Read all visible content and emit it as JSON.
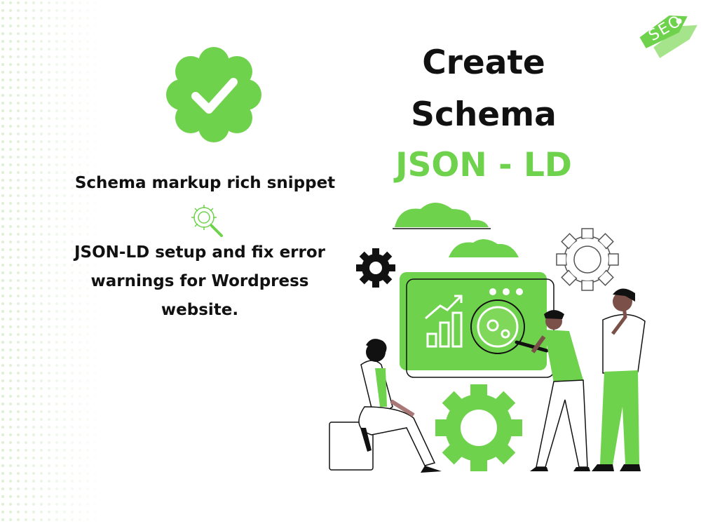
{
  "heading": {
    "line1": "Create",
    "line2": "Schema",
    "line3": "JSON - LD"
  },
  "features": {
    "item1": "Schema markup rich snippet",
    "item2": "JSON-LD setup and fix error warnings for Wordpress website."
  },
  "seo_tag": {
    "label": "SEO"
  },
  "colors": {
    "accent": "#6fd24d",
    "text": "#111111"
  },
  "icons": [
    "verified-badge-icon",
    "seo-tag-icon",
    "gear-search-icon",
    "gear-icon",
    "cloud-icon",
    "bar-chart-icon",
    "magnifier-icon"
  ]
}
